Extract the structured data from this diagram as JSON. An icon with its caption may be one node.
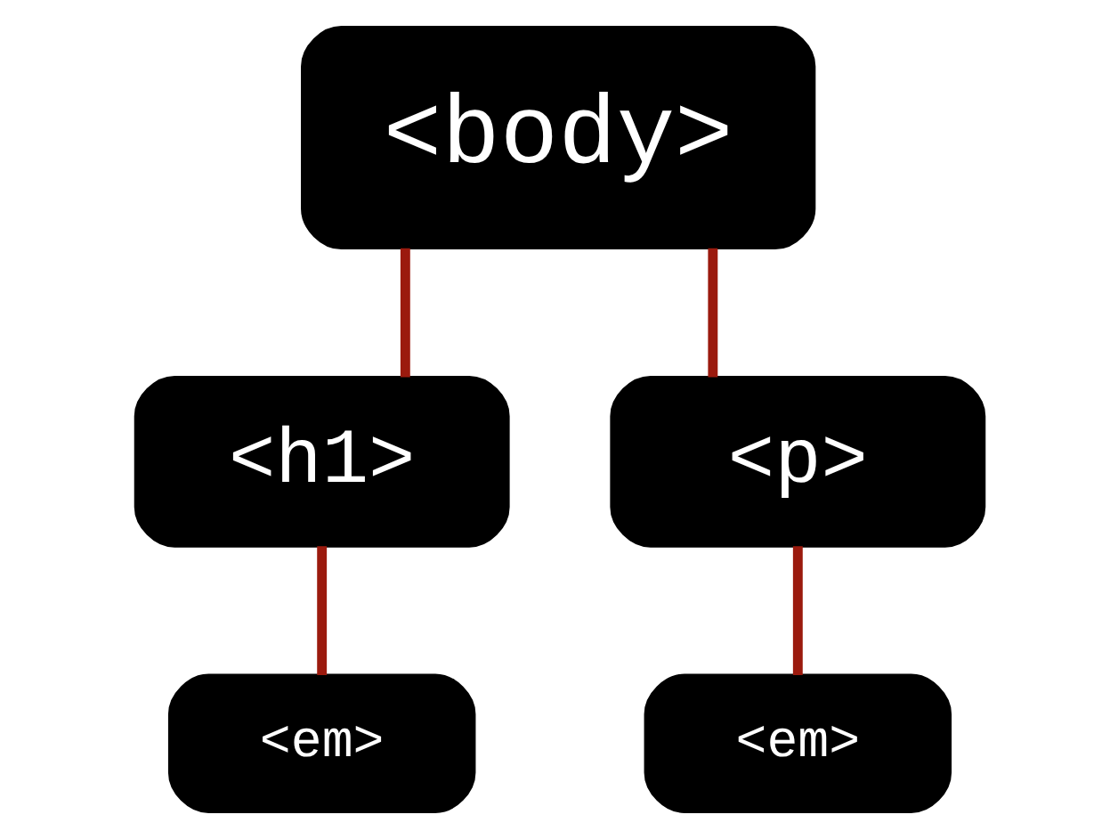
{
  "diagram": {
    "nodes": [
      {
        "text": [
          "<body>"
        ]
      },
      {
        "text": [
          "<h1>"
        ]
      },
      {
        "text": [
          "<p>"
        ]
      },
      {
        "text": [
          "<em>"
        ]
      },
      {
        "text": [
          "<em>"
        ]
      }
    ],
    "edges": [
      {
        "from": 0,
        "to": 1,
        "arrow": "none"
      },
      {
        "from": 0,
        "to": 2,
        "arrow": "none"
      },
      {
        "from": 1,
        "to": 3,
        "arrow": "none"
      },
      {
        "from": 2,
        "to": 4,
        "arrow": "none"
      }
    ]
  }
}
